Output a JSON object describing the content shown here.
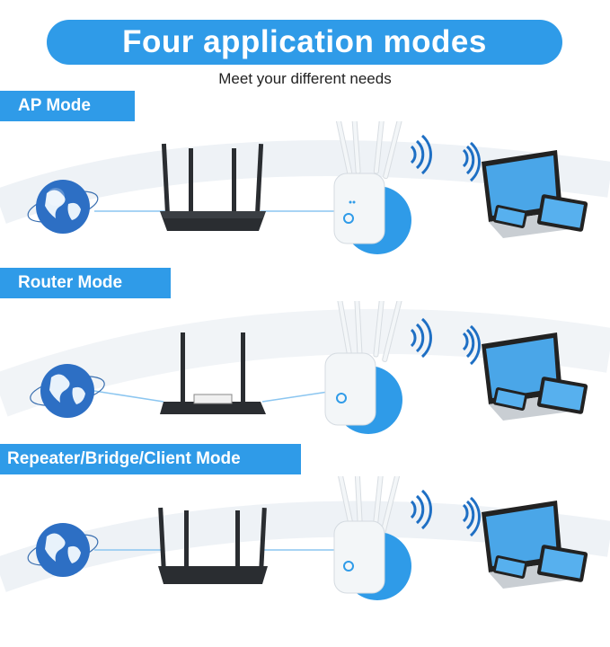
{
  "title": "Four application modes",
  "subtitle": "Meet your different needs",
  "modes": [
    {
      "label": "AP Mode"
    },
    {
      "label": "Router Mode"
    },
    {
      "label": "Repeater/Bridge/Client Mode"
    }
  ],
  "colors": {
    "accent": "#2f9be8",
    "router": "#2a2d31",
    "extender": "#f3f6f8"
  },
  "icons": [
    "globe-icon",
    "router-icon",
    "extender-icon",
    "wifi-signal-icon",
    "laptop-icon",
    "tablet-icon",
    "phone-icon"
  ]
}
